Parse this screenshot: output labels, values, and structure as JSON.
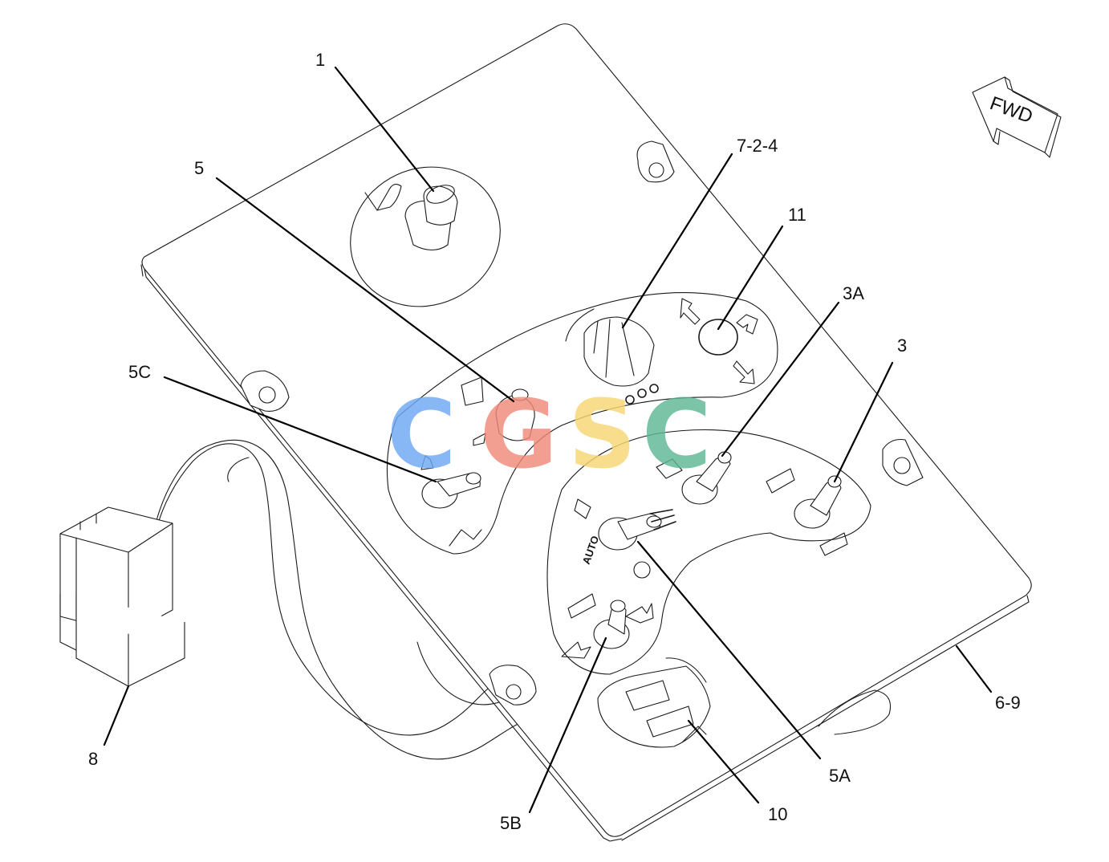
{
  "direction_arrow": {
    "label": "FWD"
  },
  "callouts": {
    "c1": "1",
    "c5": "5",
    "c724": "7-2-4",
    "c11": "11",
    "c3a": "3A",
    "c3": "3",
    "c5c": "5C",
    "c8": "8",
    "c5b": "5B",
    "c10": "10",
    "c5a": "5A",
    "c69": "6-9"
  },
  "switch_label": {
    "auto": "AUTO"
  },
  "watermark": {
    "letters": [
      "C",
      "G",
      "S",
      "C"
    ],
    "colors": [
      "#6fa8f5",
      "#f08a7a",
      "#f7d774",
      "#5fb894"
    ]
  }
}
